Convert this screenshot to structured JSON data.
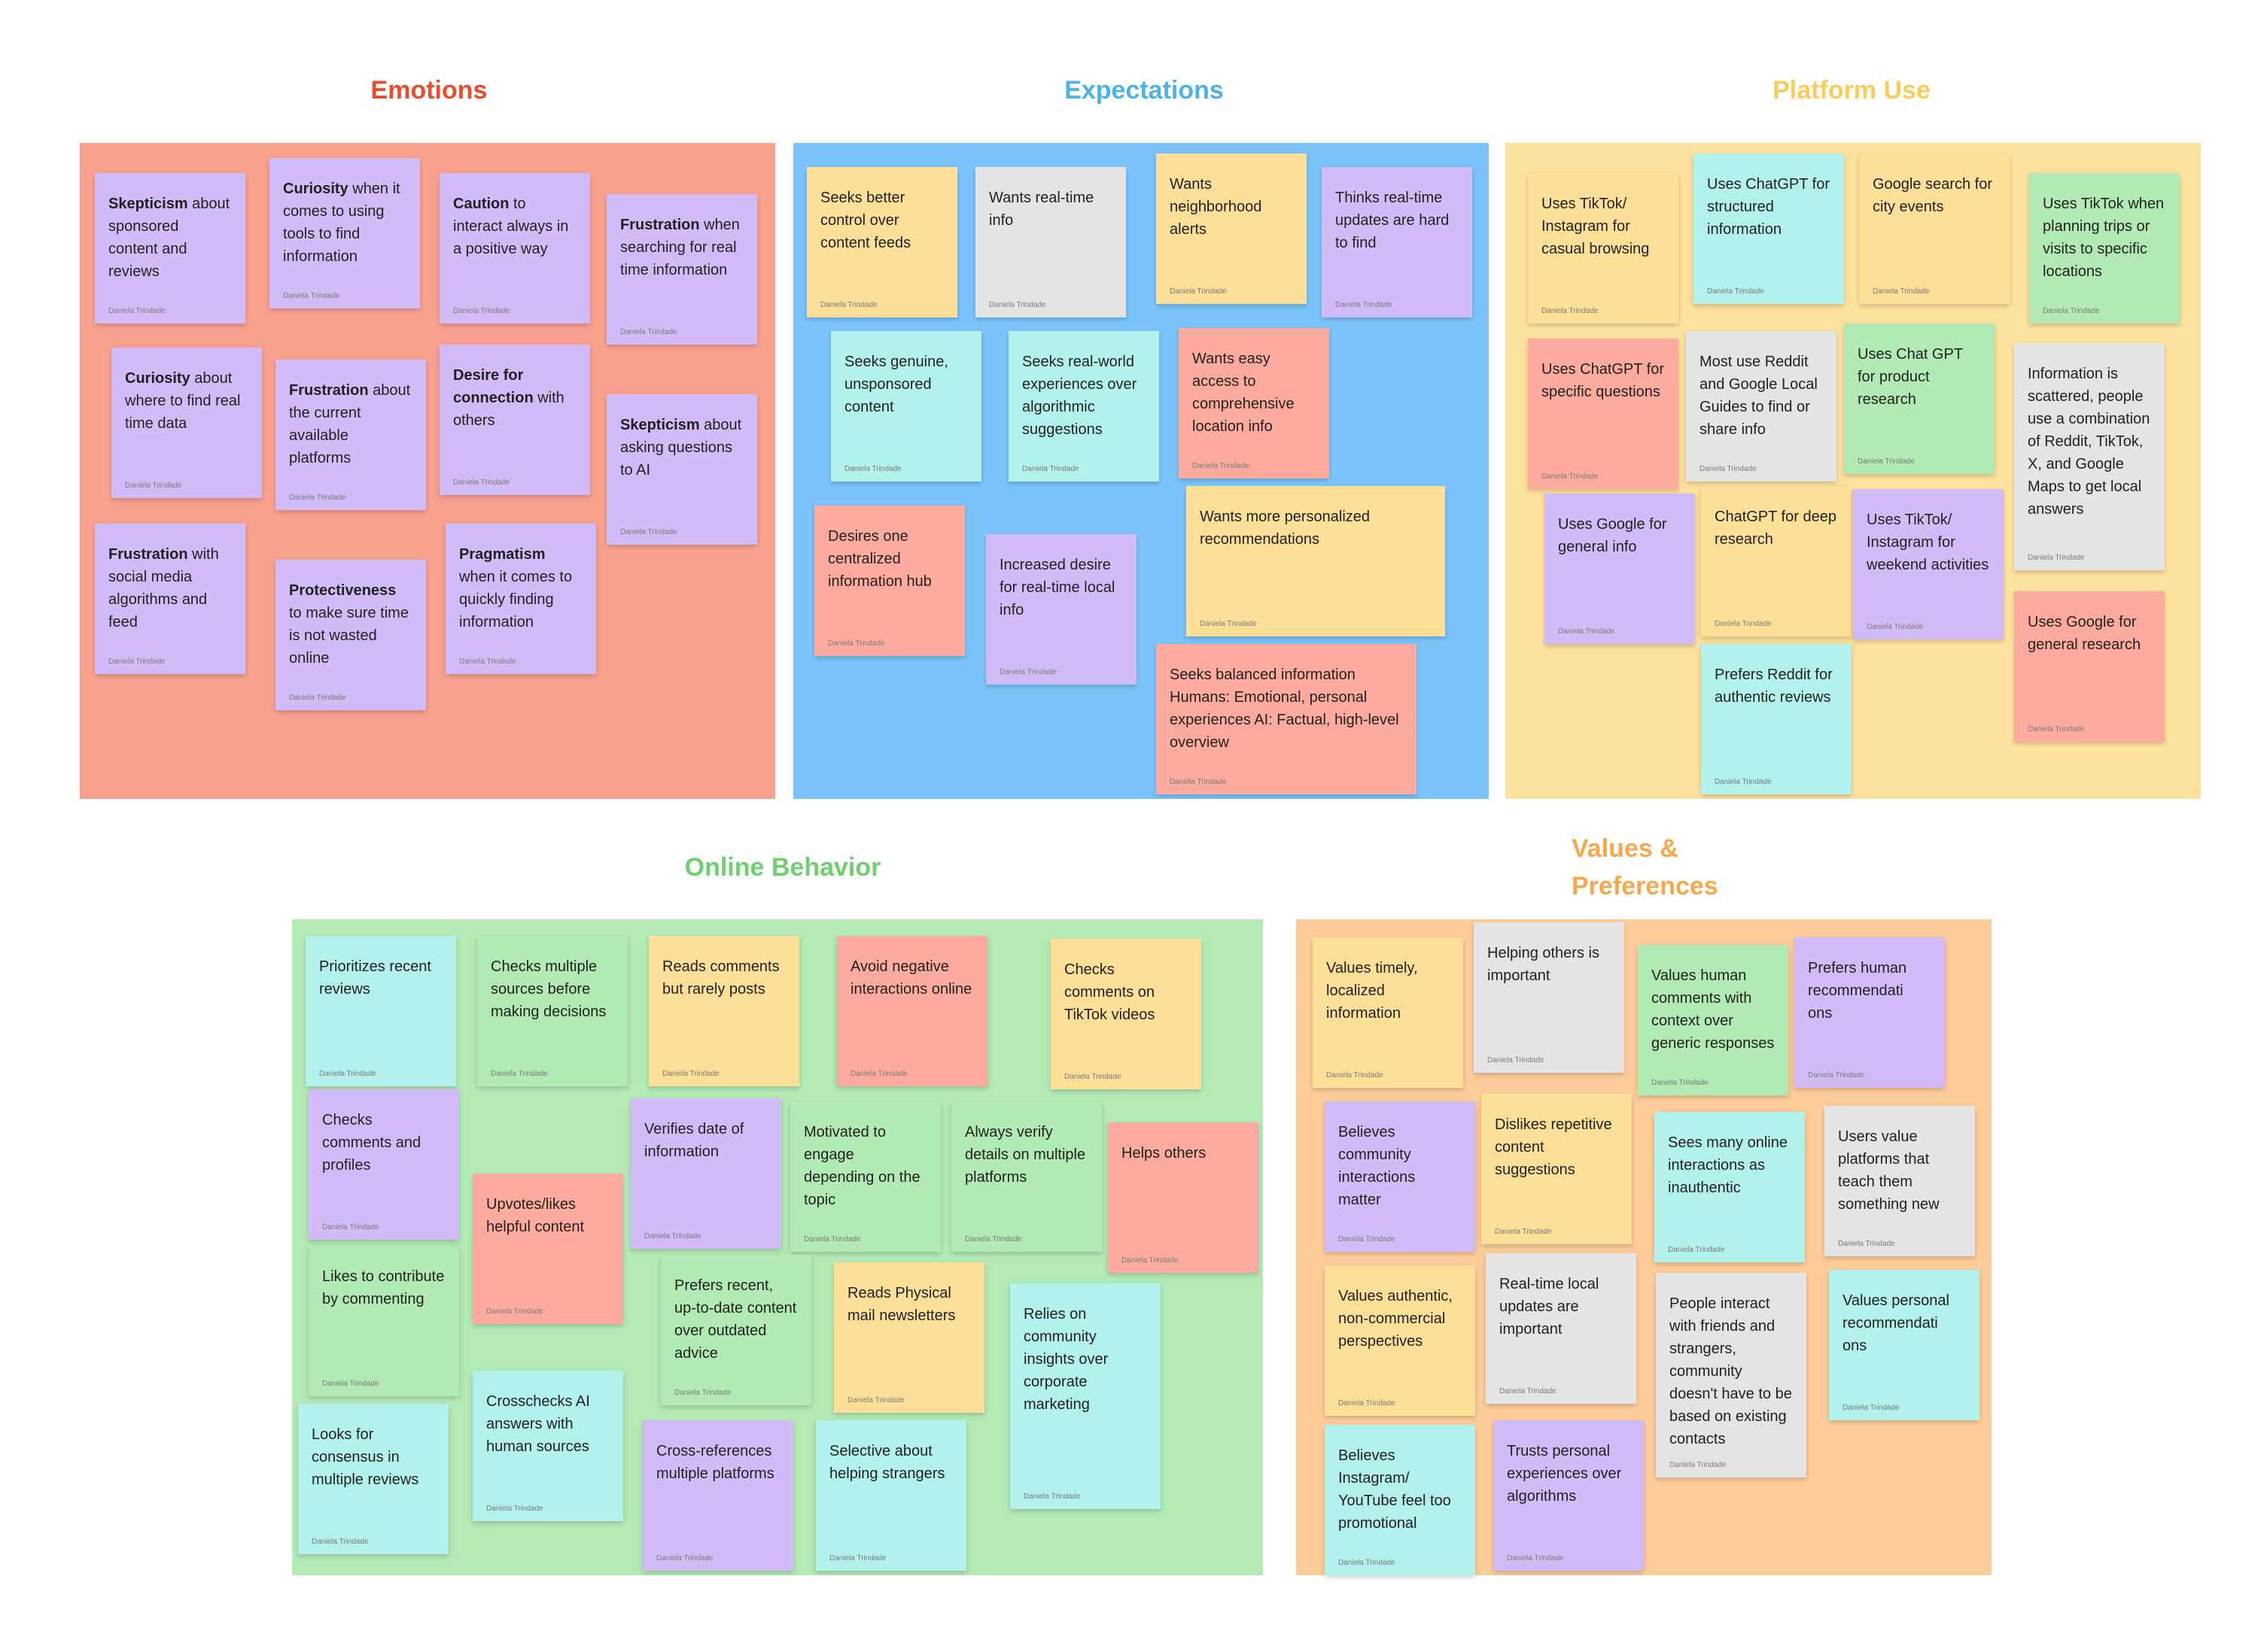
{
  "colors": {
    "purple": "#d2bcf8",
    "yellow": "#fedf98",
    "gray": "#e4e4e4",
    "cyan": "#b2f1ec",
    "salmon": "#fdab9e",
    "green": "#b2eab5",
    "title_emotions": "#ea4c2d",
    "title_expectations": "#4cb2ea",
    "title_platform": "#f9cd59",
    "title_online": "#6ecf6e",
    "title_values": "#f7a84a"
  },
  "author": "Daniela Trindade",
  "sections": [
    {
      "id": "emotions",
      "title": "Emotions",
      "title_color": "#ea4c2d",
      "bg": "#f9a18f",
      "notes": [
        {
          "bold": "Skepticism",
          "text": " about sponsored content and reviews",
          "color": "purple"
        },
        {
          "bold": "Curiosity",
          "text": " when it comes to using tools to find information",
          "color": "purple"
        },
        {
          "bold": "Caution",
          "text": " to interact always in a positive way",
          "color": "purple"
        },
        {
          "bold": "Frustration",
          "text": " when searching for real time information",
          "color": "purple"
        },
        {
          "bold": "Curiosity",
          "text": " about where to find real time data",
          "color": "purple"
        },
        {
          "bold": "Frustration",
          "text": " about the current available platforms",
          "color": "purple"
        },
        {
          "bold": "Desire for connection",
          "text": " with others",
          "color": "purple"
        },
        {
          "bold": "Skepticism",
          "text": " about asking questions to AI",
          "color": "purple"
        },
        {
          "bold": "Frustration",
          "text": " with social media algorithms and feed",
          "color": "purple"
        },
        {
          "bold": "Protectiveness",
          "text": " to make sure time is not wasted online",
          "color": "purple"
        },
        {
          "bold": "Pragmatism",
          "text": " when it comes to quickly finding information",
          "color": "purple"
        }
      ]
    },
    {
      "id": "expectations",
      "title": "Expectations",
      "title_color": "#4cb2ea",
      "bg": "#7ac4fb",
      "notes": [
        {
          "bold": "",
          "text": "Seeks better control over content feeds",
          "color": "yellow"
        },
        {
          "bold": "",
          "text": "Wants real-time info",
          "color": "gray"
        },
        {
          "bold": "",
          "text": "Wants neighborhood alerts",
          "color": "yellow"
        },
        {
          "bold": "",
          "text": "Thinks real-time updates are hard to find",
          "color": "purple"
        },
        {
          "bold": "",
          "text": "Seeks genuine, unsponsored content",
          "color": "cyan"
        },
        {
          "bold": "",
          "text": "Seeks real-world experiences over algorithmic suggestions",
          "color": "cyan"
        },
        {
          "bold": "",
          "text": "Wants easy access to comprehensive location info",
          "color": "salmon"
        },
        {
          "bold": "",
          "text": "Desires one centralized information hub",
          "color": "salmon"
        },
        {
          "bold": "",
          "text": "Increased desire for real-time local info",
          "color": "purple"
        },
        {
          "bold": "",
          "text": "Wants more personalized recommendations",
          "color": "yellow"
        },
        {
          "bold": "",
          "text": "Seeks balanced information Humans: Emotional, personal experiences AI: Factual, high-level overview",
          "color": "salmon"
        }
      ]
    },
    {
      "id": "platform",
      "title": "Platform Use",
      "title_color": "#f9cd59",
      "bg": "#fde29d",
      "notes": [
        {
          "bold": "",
          "text": "Uses TikTok/ Instagram for casual browsing",
          "color": "yellow"
        },
        {
          "bold": "",
          "text": "Uses ChatGPT for structured information",
          "color": "cyan"
        },
        {
          "bold": "",
          "text": "Google search for city events",
          "color": "yellow"
        },
        {
          "bold": "",
          "text": "Uses TikTok when planning trips or visits to specific locations",
          "color": "green"
        },
        {
          "bold": "",
          "text": "Uses ChatGPT for specific questions",
          "color": "salmon"
        },
        {
          "bold": "",
          "text": "Most use Reddit and Google Local Guides to find or share info",
          "color": "gray"
        },
        {
          "bold": "",
          "text": "Uses Chat GPT for product research",
          "color": "green"
        },
        {
          "bold": "",
          "text": "Information is scattered, people use a combination of Reddit, TikTok, X, and Google Maps to get local answers",
          "color": "gray"
        },
        {
          "bold": "",
          "text": "Uses Google for general info",
          "color": "purple"
        },
        {
          "bold": "",
          "text": "ChatGPT for deep research",
          "color": "yellow"
        },
        {
          "bold": "",
          "text": "Uses TikTok/ Instagram for weekend activities",
          "color": "purple"
        },
        {
          "bold": "",
          "text": "Uses Google for general research",
          "color": "salmon"
        },
        {
          "bold": "",
          "text": "Prefers Reddit for authentic reviews",
          "color": "cyan"
        }
      ]
    },
    {
      "id": "online",
      "title": "Online Behavior",
      "title_color": "#6ecf6e",
      "bg": "#b3eab5",
      "notes": [
        {
          "bold": "",
          "text": "Prioritizes recent reviews",
          "color": "cyan"
        },
        {
          "bold": "",
          "text": "Checks multiple sources before making decisions",
          "color": "green"
        },
        {
          "bold": "",
          "text": "Reads comments but rarely posts",
          "color": "yellow"
        },
        {
          "bold": "",
          "text": "Avoid negative interactions online",
          "color": "salmon"
        },
        {
          "bold": "",
          "text": "Checks comments on TikTok videos",
          "color": "yellow"
        },
        {
          "bold": "",
          "text": "Checks comments and profiles",
          "color": "purple"
        },
        {
          "bold": "",
          "text": "Verifies date of information",
          "color": "purple"
        },
        {
          "bold": "",
          "text": "Motivated to engage depending on the topic",
          "color": "green"
        },
        {
          "bold": "",
          "text": "Always verify details on multiple platforms",
          "color": "green"
        },
        {
          "bold": "",
          "text": "Helps others",
          "color": "salmon"
        },
        {
          "bold": "",
          "text": "Upvotes/likes helpful content",
          "color": "salmon"
        },
        {
          "bold": "",
          "text": "Likes to contribute by commenting",
          "color": "green"
        },
        {
          "bold": "",
          "text": "Prefers recent, up-to-date content over outdated advice",
          "color": "green"
        },
        {
          "bold": "",
          "text": "Reads Physical mail newsletters",
          "color": "yellow"
        },
        {
          "bold": "",
          "text": "Relies on community insights over corporate marketing",
          "color": "cyan"
        },
        {
          "bold": "",
          "text": "Crosschecks AI answers with human sources",
          "color": "cyan"
        },
        {
          "bold": "",
          "text": "Looks for consensus in multiple reviews",
          "color": "cyan"
        },
        {
          "bold": "",
          "text": "Cross-references multiple platforms",
          "color": "purple"
        },
        {
          "bold": "",
          "text": "Selective about helping strangers",
          "color": "cyan"
        }
      ]
    },
    {
      "id": "values",
      "title": "Values &\nPreferences",
      "title_color": "#f7a84a",
      "bg": "#fdcc9a",
      "notes": [
        {
          "bold": "",
          "text": "Values timely, localized information",
          "color": "yellow"
        },
        {
          "bold": "",
          "text": "Helping others is important",
          "color": "gray"
        },
        {
          "bold": "",
          "text": "Values human comments with context over generic responses",
          "color": "green"
        },
        {
          "bold": "",
          "text": "Prefers human recommendati ons",
          "color": "purple"
        },
        {
          "bold": "",
          "text": "Believes community interactions matter",
          "color": "purple"
        },
        {
          "bold": "",
          "text": "Dislikes repetitive content suggestions",
          "color": "yellow"
        },
        {
          "bold": "",
          "text": "Sees many online interactions as inauthentic",
          "color": "cyan"
        },
        {
          "bold": "",
          "text": "Users value platforms that teach them something new",
          "color": "gray"
        },
        {
          "bold": "",
          "text": "Values authentic, non-commercial perspectives",
          "color": "yellow"
        },
        {
          "bold": "",
          "text": "Real-time local updates are important",
          "color": "gray"
        },
        {
          "bold": "",
          "text": "People interact with friends and strangers, community doesn't have to be based on existing contacts",
          "color": "gray"
        },
        {
          "bold": "",
          "text": "Values personal recommendati ons",
          "color": "cyan"
        },
        {
          "bold": "",
          "text": "Believes Instagram/ YouTube feel too promotional",
          "color": "cyan"
        },
        {
          "bold": "",
          "text": "Trusts personal experiences over algorithms",
          "color": "purple"
        }
      ]
    }
  ]
}
